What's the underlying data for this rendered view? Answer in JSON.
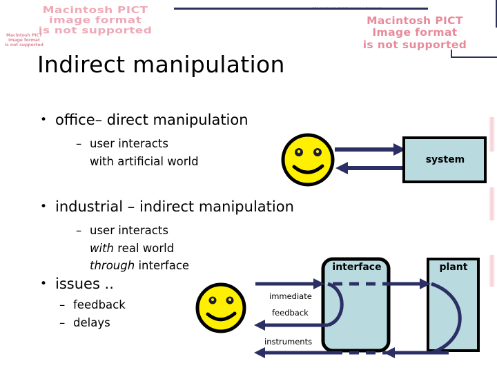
{
  "slide": {
    "title": "Indirect manipulation",
    "placeholders": {
      "pict_large": "Macintosh PICT\nimage format\nis not supported",
      "pict_large_right": "Macintosh PICT\nImage format\nis not supported",
      "pict_small": "Macintosh PICT\nimage format\nis not supported",
      "pict_tiny_mid": "Macintosh PICT image format"
    },
    "bullets": [
      {
        "level1": "office– direct manipulation",
        "sub": [
          {
            "dash": "–",
            "text": "user interacts"
          },
          {
            "dash": "",
            "text": "with artificial world"
          }
        ]
      },
      {
        "level1": "industrial – indirect manipulation",
        "sub": [
          {
            "dash": "–",
            "text": "user interacts"
          },
          {
            "dash": "",
            "italic": "with",
            "text": " real world"
          },
          {
            "dash": "",
            "italic": "through",
            "text": " interface"
          }
        ]
      },
      {
        "level1": "issues ..",
        "sub": [
          {
            "dash": "–",
            "text": "feedback"
          },
          {
            "dash": "–",
            "text": "delays"
          }
        ]
      }
    ],
    "diagram_top": {
      "actor": "smiley-face",
      "box_label": "system",
      "arrows": [
        {
          "name": "user-to-system",
          "direction": "right"
        },
        {
          "name": "system-to-user",
          "direction": "left"
        }
      ]
    },
    "diagram_bottom": {
      "actor": "smiley-face",
      "boxes": [
        {
          "name": "interface",
          "label": "interface"
        },
        {
          "name": "plant",
          "label": "plant"
        }
      ],
      "labels": [
        "immediate",
        "feedback",
        "instruments"
      ]
    },
    "colors": {
      "box_fill": "#b9dbe0",
      "box_border": "#000000",
      "arrow": "#2b2f63",
      "smiley": "#ffef00",
      "placeholder_text": "#e8899a",
      "rule": "#2b2f59"
    }
  }
}
